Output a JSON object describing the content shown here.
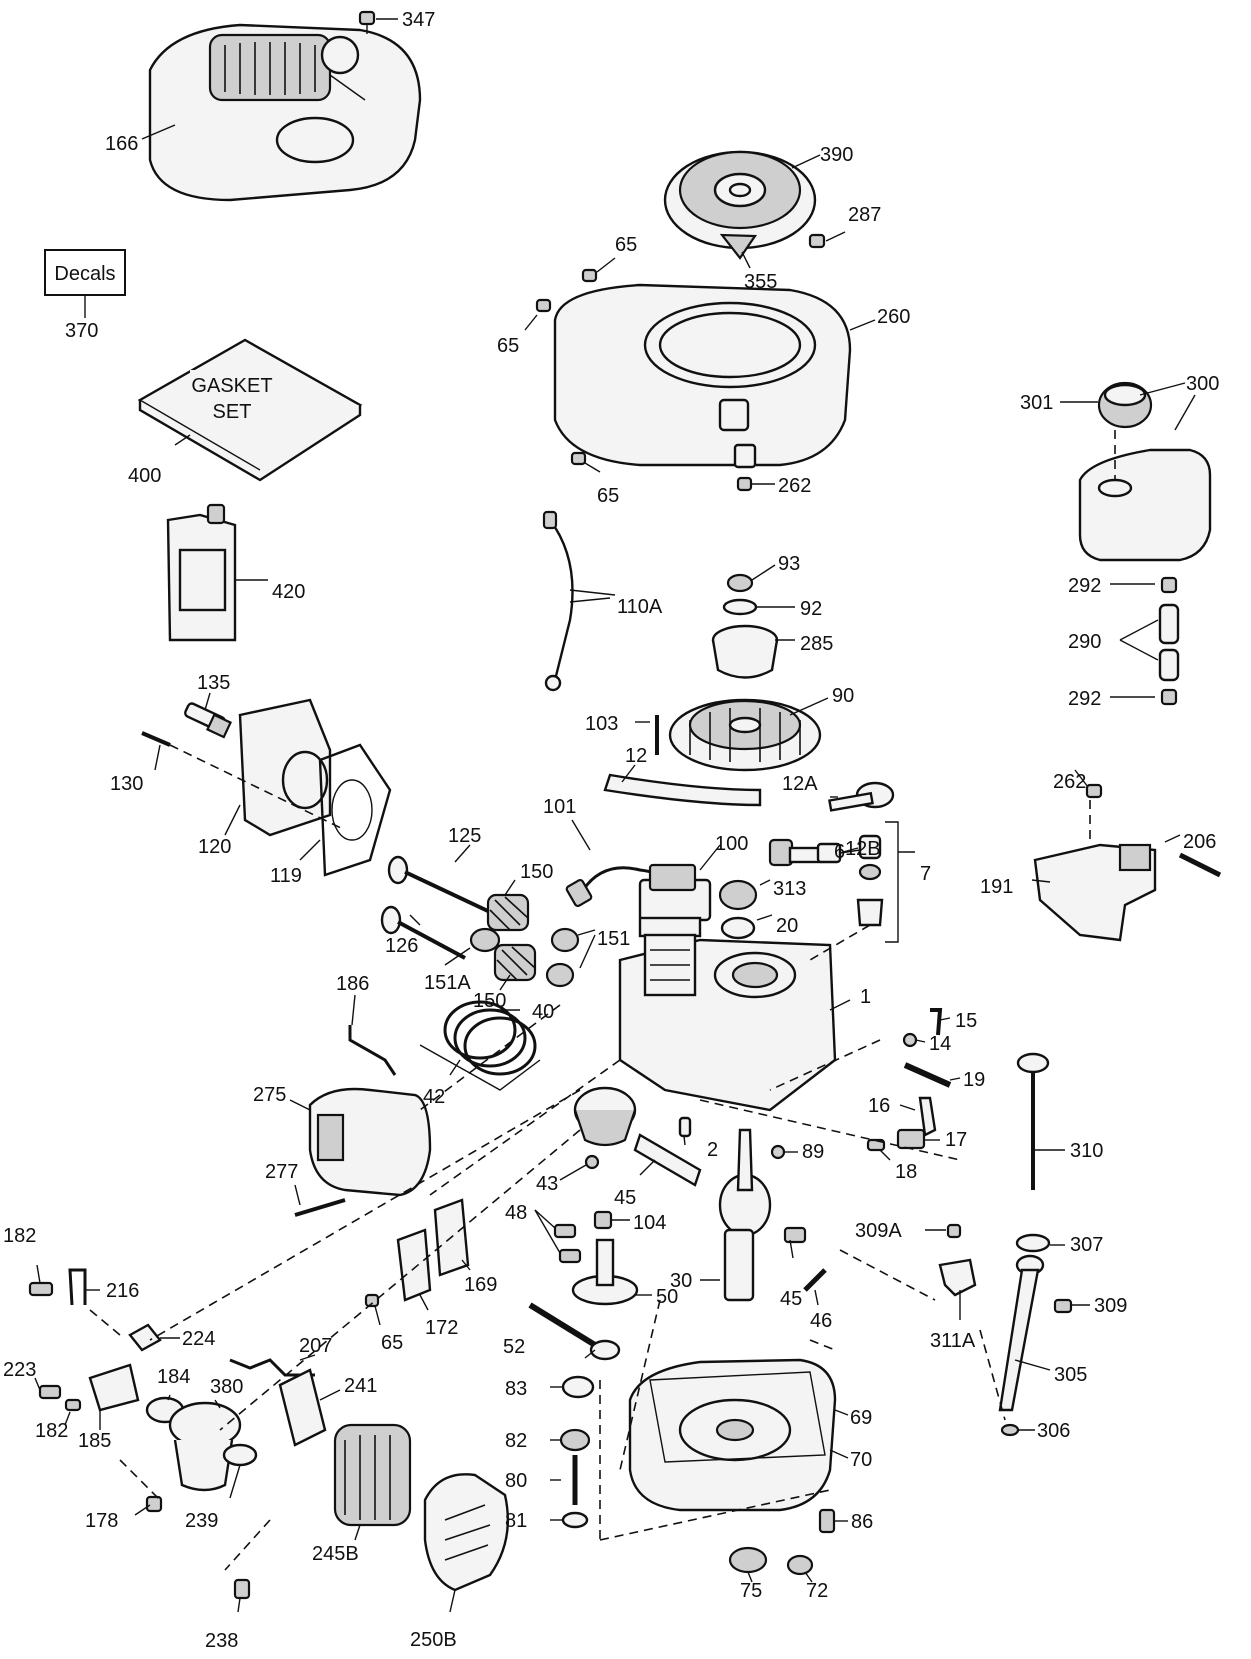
{
  "callouts": [
    {
      "id": "347",
      "text": "347"
    },
    {
      "id": "166",
      "text": "166"
    },
    {
      "id": "390",
      "text": "390"
    },
    {
      "id": "287",
      "text": "287"
    },
    {
      "id": "65a",
      "text": "65"
    },
    {
      "id": "355",
      "text": "355"
    },
    {
      "id": "65b",
      "text": "65"
    },
    {
      "id": "260",
      "text": "260"
    },
    {
      "id": "65c",
      "text": "65"
    },
    {
      "id": "262a",
      "text": "262"
    },
    {
      "id": "301",
      "text": "301"
    },
    {
      "id": "300",
      "text": "300"
    },
    {
      "id": "370",
      "text": "370"
    },
    {
      "id": "400",
      "text": "400"
    },
    {
      "id": "420",
      "text": "420"
    },
    {
      "id": "110A",
      "text": "110A"
    },
    {
      "id": "93",
      "text": "93"
    },
    {
      "id": "92",
      "text": "92"
    },
    {
      "id": "285",
      "text": "285"
    },
    {
      "id": "90",
      "text": "90"
    },
    {
      "id": "292a",
      "text": "292"
    },
    {
      "id": "290",
      "text": "290"
    },
    {
      "id": "292b",
      "text": "292"
    },
    {
      "id": "135",
      "text": "135"
    },
    {
      "id": "130",
      "text": "130"
    },
    {
      "id": "120",
      "text": "120"
    },
    {
      "id": "119",
      "text": "119"
    },
    {
      "id": "103",
      "text": "103"
    },
    {
      "id": "12",
      "text": "12"
    },
    {
      "id": "12A",
      "text": "12A"
    },
    {
      "id": "12B",
      "text": "12B"
    },
    {
      "id": "101",
      "text": "101"
    },
    {
      "id": "100",
      "text": "100"
    },
    {
      "id": "6",
      "text": "6"
    },
    {
      "id": "7",
      "text": "7"
    },
    {
      "id": "313",
      "text": "313"
    },
    {
      "id": "20",
      "text": "20"
    },
    {
      "id": "262b",
      "text": "262"
    },
    {
      "id": "206",
      "text": "206"
    },
    {
      "id": "191",
      "text": "191"
    },
    {
      "id": "125",
      "text": "125"
    },
    {
      "id": "150a",
      "text": "150"
    },
    {
      "id": "126",
      "text": "126"
    },
    {
      "id": "151",
      "text": "151"
    },
    {
      "id": "151A",
      "text": "151A"
    },
    {
      "id": "150b",
      "text": "150"
    },
    {
      "id": "186",
      "text": "186"
    },
    {
      "id": "40",
      "text": "40"
    },
    {
      "id": "1",
      "text": "1"
    },
    {
      "id": "15",
      "text": "15"
    },
    {
      "id": "14",
      "text": "14"
    },
    {
      "id": "19",
      "text": "19"
    },
    {
      "id": "42",
      "text": "42"
    },
    {
      "id": "275",
      "text": "275"
    },
    {
      "id": "16",
      "text": "16"
    },
    {
      "id": "17",
      "text": "17"
    },
    {
      "id": "2",
      "text": "2"
    },
    {
      "id": "89",
      "text": "89"
    },
    {
      "id": "18",
      "text": "18"
    },
    {
      "id": "310",
      "text": "310"
    },
    {
      "id": "277",
      "text": "277"
    },
    {
      "id": "43",
      "text": "43"
    },
    {
      "id": "45a",
      "text": "45"
    },
    {
      "id": "48",
      "text": "48"
    },
    {
      "id": "104",
      "text": "104"
    },
    {
      "id": "309A",
      "text": "309A"
    },
    {
      "id": "307",
      "text": "307"
    },
    {
      "id": "182a",
      "text": "182"
    },
    {
      "id": "216",
      "text": "216"
    },
    {
      "id": "169",
      "text": "169"
    },
    {
      "id": "30",
      "text": "30"
    },
    {
      "id": "50",
      "text": "50"
    },
    {
      "id": "45b",
      "text": "45"
    },
    {
      "id": "46",
      "text": "46"
    },
    {
      "id": "309",
      "text": "309"
    },
    {
      "id": "172",
      "text": "172"
    },
    {
      "id": "65d",
      "text": "65"
    },
    {
      "id": "311A",
      "text": "311A"
    },
    {
      "id": "224",
      "text": "224"
    },
    {
      "id": "207",
      "text": "207"
    },
    {
      "id": "52",
      "text": "52"
    },
    {
      "id": "223",
      "text": "223"
    },
    {
      "id": "184",
      "text": "184"
    },
    {
      "id": "380",
      "text": "380"
    },
    {
      "id": "83",
      "text": "83"
    },
    {
      "id": "305",
      "text": "305"
    },
    {
      "id": "241",
      "text": "241"
    },
    {
      "id": "69",
      "text": "69"
    },
    {
      "id": "182b",
      "text": "182"
    },
    {
      "id": "185",
      "text": "185"
    },
    {
      "id": "82",
      "text": "82"
    },
    {
      "id": "306",
      "text": "306"
    },
    {
      "id": "70",
      "text": "70"
    },
    {
      "id": "80",
      "text": "80"
    },
    {
      "id": "178",
      "text": "178"
    },
    {
      "id": "239",
      "text": "239"
    },
    {
      "id": "81",
      "text": "81"
    },
    {
      "id": "86",
      "text": "86"
    },
    {
      "id": "75",
      "text": "75"
    },
    {
      "id": "72",
      "text": "72"
    },
    {
      "id": "245B",
      "text": "245B"
    },
    {
      "id": "238",
      "text": "238"
    },
    {
      "id": "250B",
      "text": "250B"
    }
  ],
  "decals_box": {
    "text": "Decals"
  },
  "gasket_set": {
    "line1": "GASKET",
    "line2": "SET"
  }
}
